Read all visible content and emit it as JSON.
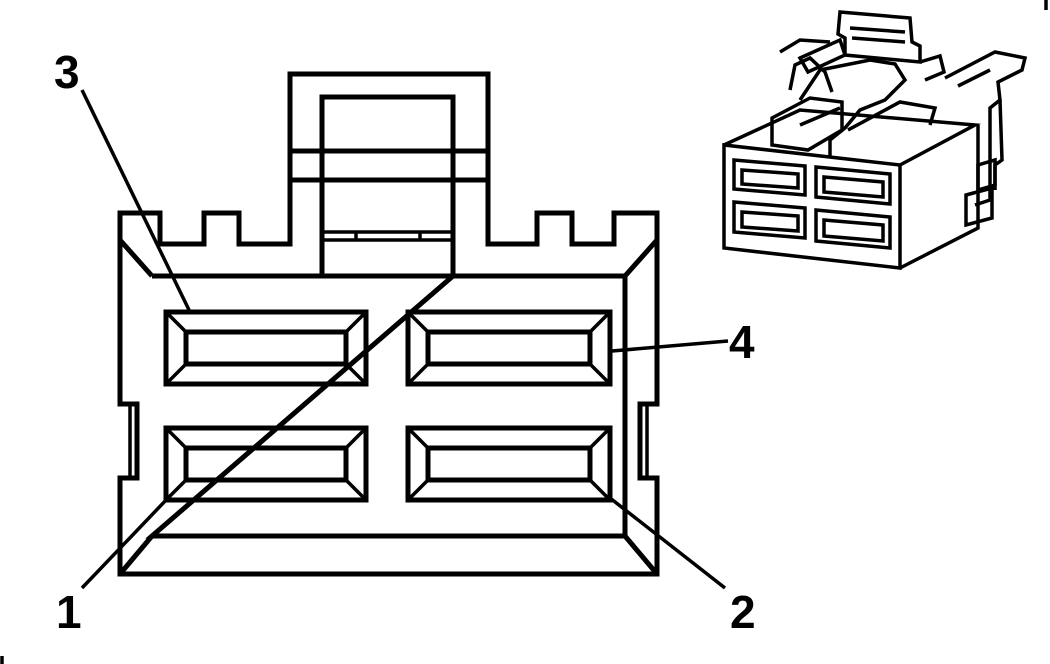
{
  "callouts": {
    "pin1": "1",
    "pin2": "2",
    "pin3": "3",
    "pin4": "4"
  }
}
